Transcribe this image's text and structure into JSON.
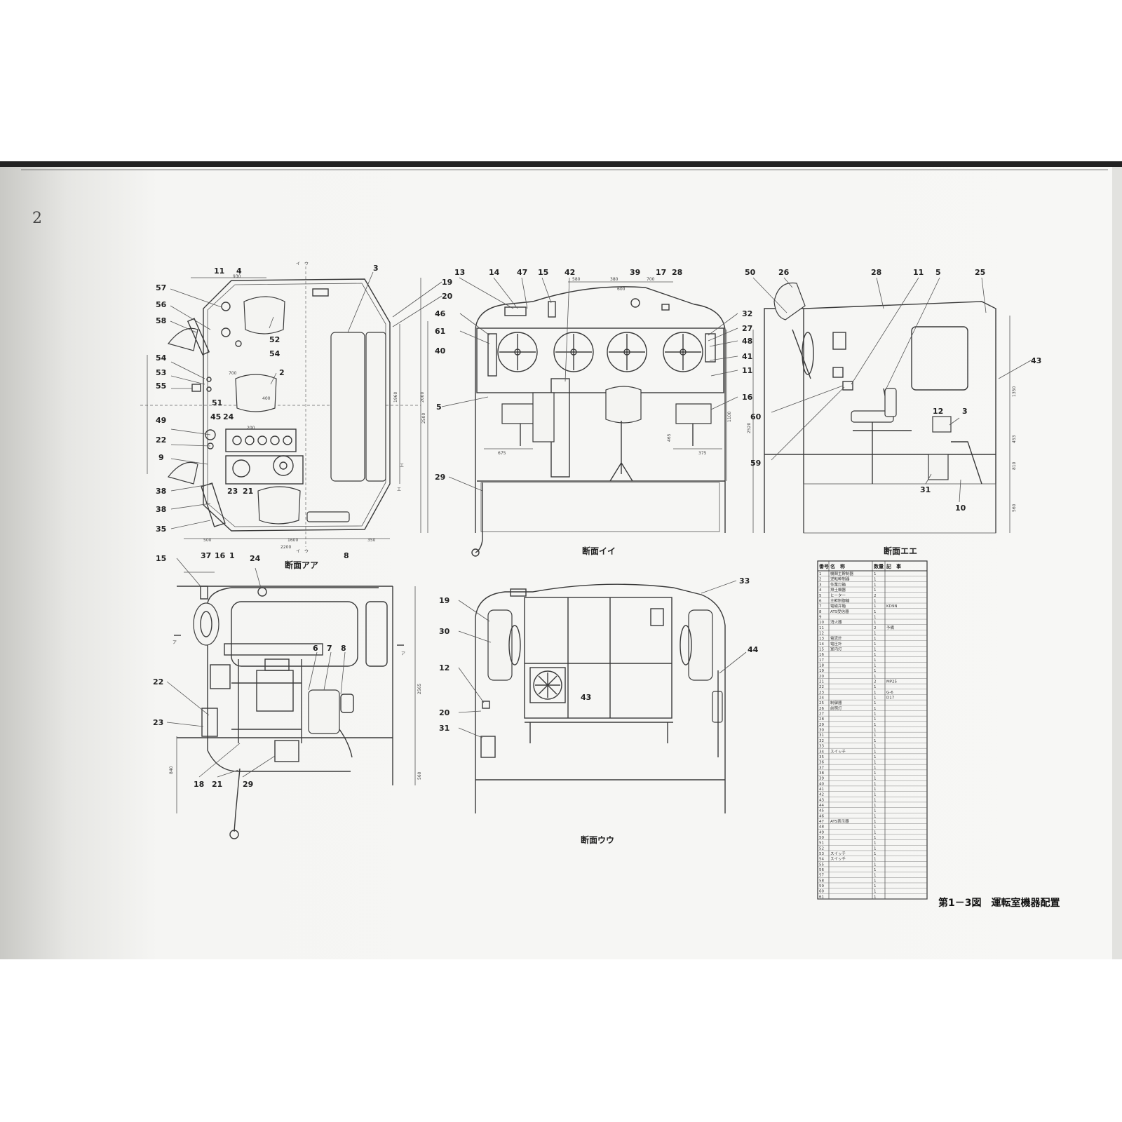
{
  "page_mark": "2",
  "figure_caption": "第1－3図　運転室機器配置",
  "sections": {
    "aa": "断面アア",
    "ii": "断面イイ",
    "uu": "断面ウウ",
    "ee": "断面エエ"
  },
  "cut_marks": {
    "i_u_top": "イ　ウ",
    "i_u_bottom": "イ　ウ",
    "a_left": "ア",
    "a_right": "ア",
    "e_top": "エ",
    "e_bottom": "エ"
  },
  "view_aa": {
    "numbers": [
      "11",
      "4",
      "3",
      "19",
      "20",
      "57",
      "56",
      "58",
      "52",
      "54",
      "54",
      "53",
      "55",
      "2",
      "51",
      "45",
      "24",
      "49",
      "22",
      "9",
      "38",
      "38",
      "35",
      "23",
      "21",
      "37",
      "16",
      "1",
      "8"
    ],
    "dims": [
      "930",
      "700",
      "200",
      "400",
      "2200",
      "1600",
      "350",
      "500",
      "1960",
      "2000"
    ]
  },
  "view_ii": {
    "numbers": [
      "13",
      "14",
      "47",
      "15",
      "42",
      "39",
      "17",
      "28",
      "46",
      "61",
      "40",
      "5",
      "29",
      "32",
      "27",
      "48",
      "41",
      "11",
      "16"
    ],
    "dims": [
      "580",
      "380",
      "700",
      "600",
      "675",
      "375",
      "1100",
      "2500",
      "465"
    ]
  },
  "view_ee": {
    "numbers": [
      "50",
      "26",
      "28",
      "11",
      "5",
      "25",
      "43",
      "60",
      "59",
      "12",
      "3",
      "31",
      "10"
    ],
    "dims": [
      "2520",
      "1350",
      "453",
      "810",
      "560"
    ]
  },
  "view_side": {
    "numbers": [
      "15",
      "24",
      "22",
      "23",
      "6",
      "7",
      "8",
      "18",
      "21",
      "29"
    ],
    "dims": [
      "2565",
      "560",
      "840"
    ]
  },
  "view_uu": {
    "numbers": [
      "33",
      "19",
      "30",
      "12",
      "20",
      "31",
      "43",
      "44"
    ]
  },
  "parts_table": {
    "headers": [
      "番号",
      "名　称",
      "数量",
      "記　事"
    ],
    "rows": [
      [
        "1",
        "機関主幹制器",
        "1",
        ""
      ],
      [
        "2",
        "逆転幹制器",
        "1",
        ""
      ],
      [
        "3",
        "作業灯箱",
        "1",
        ""
      ],
      [
        "4",
        "排土機器",
        "1",
        ""
      ],
      [
        "5",
        "ヒーター",
        "2",
        ""
      ],
      [
        "6",
        "主幹制御箱",
        "1",
        ""
      ],
      [
        "7",
        "電磁弁箱",
        "1",
        "KD9N"
      ],
      [
        "8",
        "ATS受信器",
        "1",
        ""
      ],
      [
        "9",
        "",
        "1",
        ""
      ],
      [
        "10",
        "消火器",
        "1",
        ""
      ],
      [
        "11",
        "",
        "2",
        "予備"
      ],
      [
        "12",
        "",
        "1",
        ""
      ],
      [
        "13",
        "電流計",
        "1",
        ""
      ],
      [
        "14",
        "電圧計",
        "1",
        ""
      ],
      [
        "15",
        "室内灯",
        "1",
        ""
      ],
      [
        "16",
        "",
        "1",
        ""
      ],
      [
        "17",
        "",
        "1",
        ""
      ],
      [
        "18",
        "",
        "1",
        ""
      ],
      [
        "19",
        "",
        "1",
        ""
      ],
      [
        "20",
        "",
        "1",
        ""
      ],
      [
        "21",
        "",
        "2",
        "MP25"
      ],
      [
        "22",
        "",
        "1",
        ""
      ],
      [
        "23",
        "",
        "1",
        "G-6"
      ],
      [
        "24",
        "",
        "1",
        "D17"
      ],
      [
        "25",
        "制御器",
        "1",
        ""
      ],
      [
        "26",
        "前照灯",
        "1",
        ""
      ],
      [
        "27",
        "",
        "1",
        ""
      ],
      [
        "28",
        "",
        "1",
        ""
      ],
      [
        "29",
        "",
        "1",
        ""
      ],
      [
        "30",
        "",
        "1",
        ""
      ],
      [
        "31",
        "",
        "1",
        ""
      ],
      [
        "32",
        "",
        "1",
        ""
      ],
      [
        "33",
        "",
        "1",
        ""
      ],
      [
        "34",
        "スイッチ",
        "1",
        ""
      ],
      [
        "35",
        "",
        "1",
        ""
      ],
      [
        "36",
        "",
        "1",
        ""
      ],
      [
        "37",
        "",
        "1",
        ""
      ],
      [
        "38",
        "",
        "1",
        ""
      ],
      [
        "39",
        "",
        "1",
        ""
      ],
      [
        "40",
        "",
        "1",
        ""
      ],
      [
        "41",
        "",
        "1",
        ""
      ],
      [
        "42",
        "",
        "1",
        ""
      ],
      [
        "43",
        "",
        "1",
        ""
      ],
      [
        "44",
        "",
        "1",
        ""
      ],
      [
        "45",
        "",
        "1",
        ""
      ],
      [
        "46",
        "",
        "1",
        ""
      ],
      [
        "47",
        "ATS表示器",
        "1",
        ""
      ],
      [
        "48",
        "",
        "1",
        ""
      ],
      [
        "49",
        "",
        "1",
        ""
      ],
      [
        "50",
        "",
        "1",
        ""
      ],
      [
        "51",
        "",
        "1",
        ""
      ],
      [
        "52",
        "",
        "1",
        ""
      ],
      [
        "53",
        "スイッチ",
        "1",
        ""
      ],
      [
        "54",
        "スイッチ",
        "1",
        ""
      ],
      [
        "55",
        "",
        "1",
        ""
      ],
      [
        "56",
        "",
        "1",
        ""
      ],
      [
        "57",
        "",
        "1",
        ""
      ],
      [
        "58",
        "",
        "1",
        ""
      ],
      [
        "59",
        "",
        "1",
        ""
      ],
      [
        "60",
        "",
        "1",
        ""
      ],
      [
        "61",
        "",
        "1",
        ""
      ]
    ]
  }
}
